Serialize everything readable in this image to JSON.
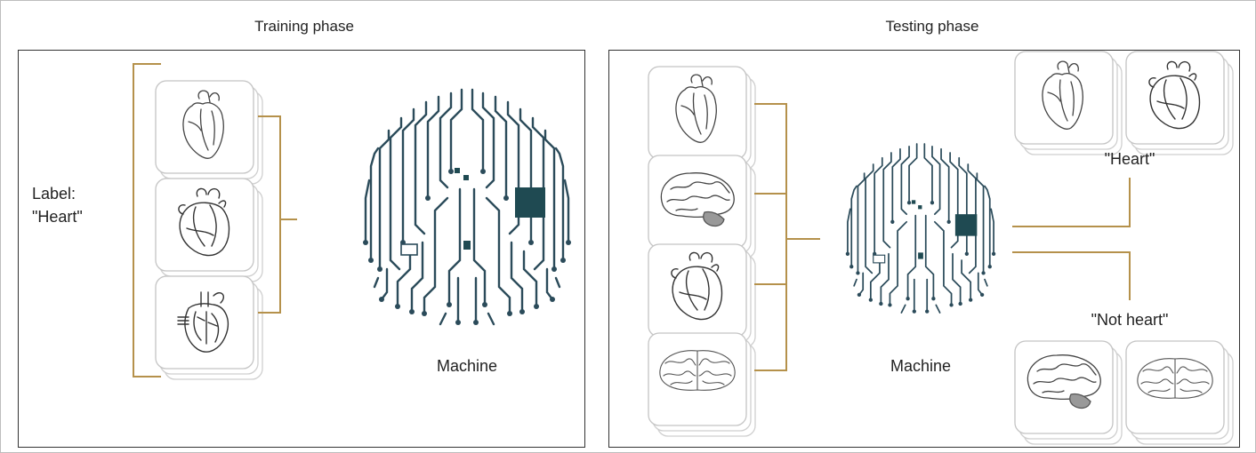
{
  "training": {
    "title": "Training phase",
    "label_prefix": "Label:",
    "label_value": "\"Heart\"",
    "machine_label": "Machine",
    "inputs": [
      "heart-sketch-icon",
      "heart-anatomical-icon",
      "heart-cross-section-icon"
    ]
  },
  "testing": {
    "title": "Testing phase",
    "machine_label": "Machine",
    "inputs": [
      "heart-sketch-icon",
      "brain-side-icon",
      "heart-anatomical-icon",
      "brain-top-icon"
    ],
    "output_heart": "\"Heart\"",
    "output_not_heart": "\"Not heart\"",
    "heart_outputs": [
      "heart-sketch-icon",
      "heart-anatomical-icon"
    ],
    "not_heart_outputs": [
      "brain-side-icon",
      "brain-top-icon"
    ]
  },
  "colors": {
    "connector": "#b5914b",
    "circuit": "#2b4b5a",
    "panel_border": "#333333",
    "card_border": "#c8c8c8"
  }
}
